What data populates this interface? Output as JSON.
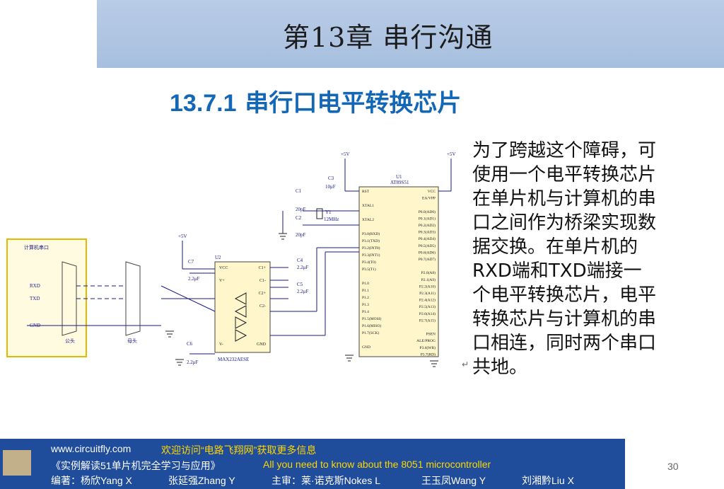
{
  "header": {
    "chapter_title": "第13章  串行沟通"
  },
  "section": {
    "number": "13.7.1",
    "title": "串行口电平转换芯片"
  },
  "body_lines": [
    "为了跨越这个障碍，可",
    "使用一个电平转换芯片",
    "在单片机与计算机的串",
    "口之间作为桥梁实现数",
    "据交换。在单片机的",
    "RXD端和TXD端接一",
    "个电平转换芯片，电平",
    "转换芯片与计算机的串",
    "口相连，同时两个串口",
    "共地。"
  ],
  "circuit": {
    "vcc_top": "+5V",
    "vcc_top2": "+5V",
    "vcc_left": "+5V",
    "c3": "C3",
    "c3_val": "10μF",
    "c1": "C1",
    "c1_val": "20pF",
    "c2": "C2",
    "c2_val": "20pF",
    "y1": "Y1",
    "y1_val": "12MHz",
    "u1": "U1",
    "u1_part": "AT89S51",
    "u2": "U2",
    "u2_part": "MAX232AESE",
    "c4": "C4",
    "c4_val": "2.2μF",
    "c5": "C5",
    "c5_val": "2.2μF",
    "c6": "C6",
    "c6_val": "2.2μF",
    "c7": "C7",
    "c7_val": "2.2μF",
    "pc_port": "计算机串口",
    "rxd": "RXD",
    "txd": "TXD",
    "gnd": "GND",
    "male": "公头",
    "female": "母头",
    "u2_pins_left": [
      "VCC",
      "V+",
      "",
      "",
      "",
      "",
      "V-"
    ],
    "u2_pins_right": [
      "C1+",
      "C1-",
      "C2+",
      "C2-",
      "",
      "",
      "GND"
    ],
    "u1_left": [
      "RST",
      "",
      "XTAL1",
      "",
      "XTAL2",
      "",
      "P3.0(RXD)",
      "P3.1(TXD)",
      "P3.2(INT0)",
      "P3.3(INT1)",
      "P3.4(T0)",
      "P3.5(T1)",
      "",
      "P1.0",
      "P1.1",
      "P1.2",
      "P1.3",
      "P1.4",
      "P1.5(MOSI)",
      "P1.6(MISO)",
      "P1.7(SCK)",
      "",
      "GND"
    ],
    "u1_right": [
      "VCC",
      "EA/VPP",
      "",
      "P0.0(AD0)",
      "P0.1(AD1)",
      "P0.2(AD2)",
      "P0.3(AD3)",
      "P0.4(AD4)",
      "P0.5(AD5)",
      "P0.6(AD6)",
      "P0.7(AD7)",
      "",
      "P2.0(A8)",
      "P2.1(A9)",
      "P2.2(A10)",
      "P2.3(A11)",
      "P2.4(A12)",
      "P2.5(A13)",
      "P2.6(A14)",
      "P2.7(A15)",
      "",
      "PSEN",
      "ALE/PROG",
      "P3.6(WR)",
      "P3.7(RD)"
    ]
  },
  "footer": {
    "website": "www.circuitfly.com",
    "welcome": "欢迎访问“电路飞翔网”获取更多信息",
    "book_cn": "《实例解读51单片机完全学习与应用》",
    "book_en": "All you need to know about the 8051 microcontroller",
    "authors_label": "编著：杨欣Yang X",
    "author2": "张延强Zhang Y",
    "reviewer": "主审：莱·诺克斯Nokes L",
    "author3": "王玉凤Wang Y",
    "author4": "刘湘黔Liu X"
  },
  "page_number": "30"
}
